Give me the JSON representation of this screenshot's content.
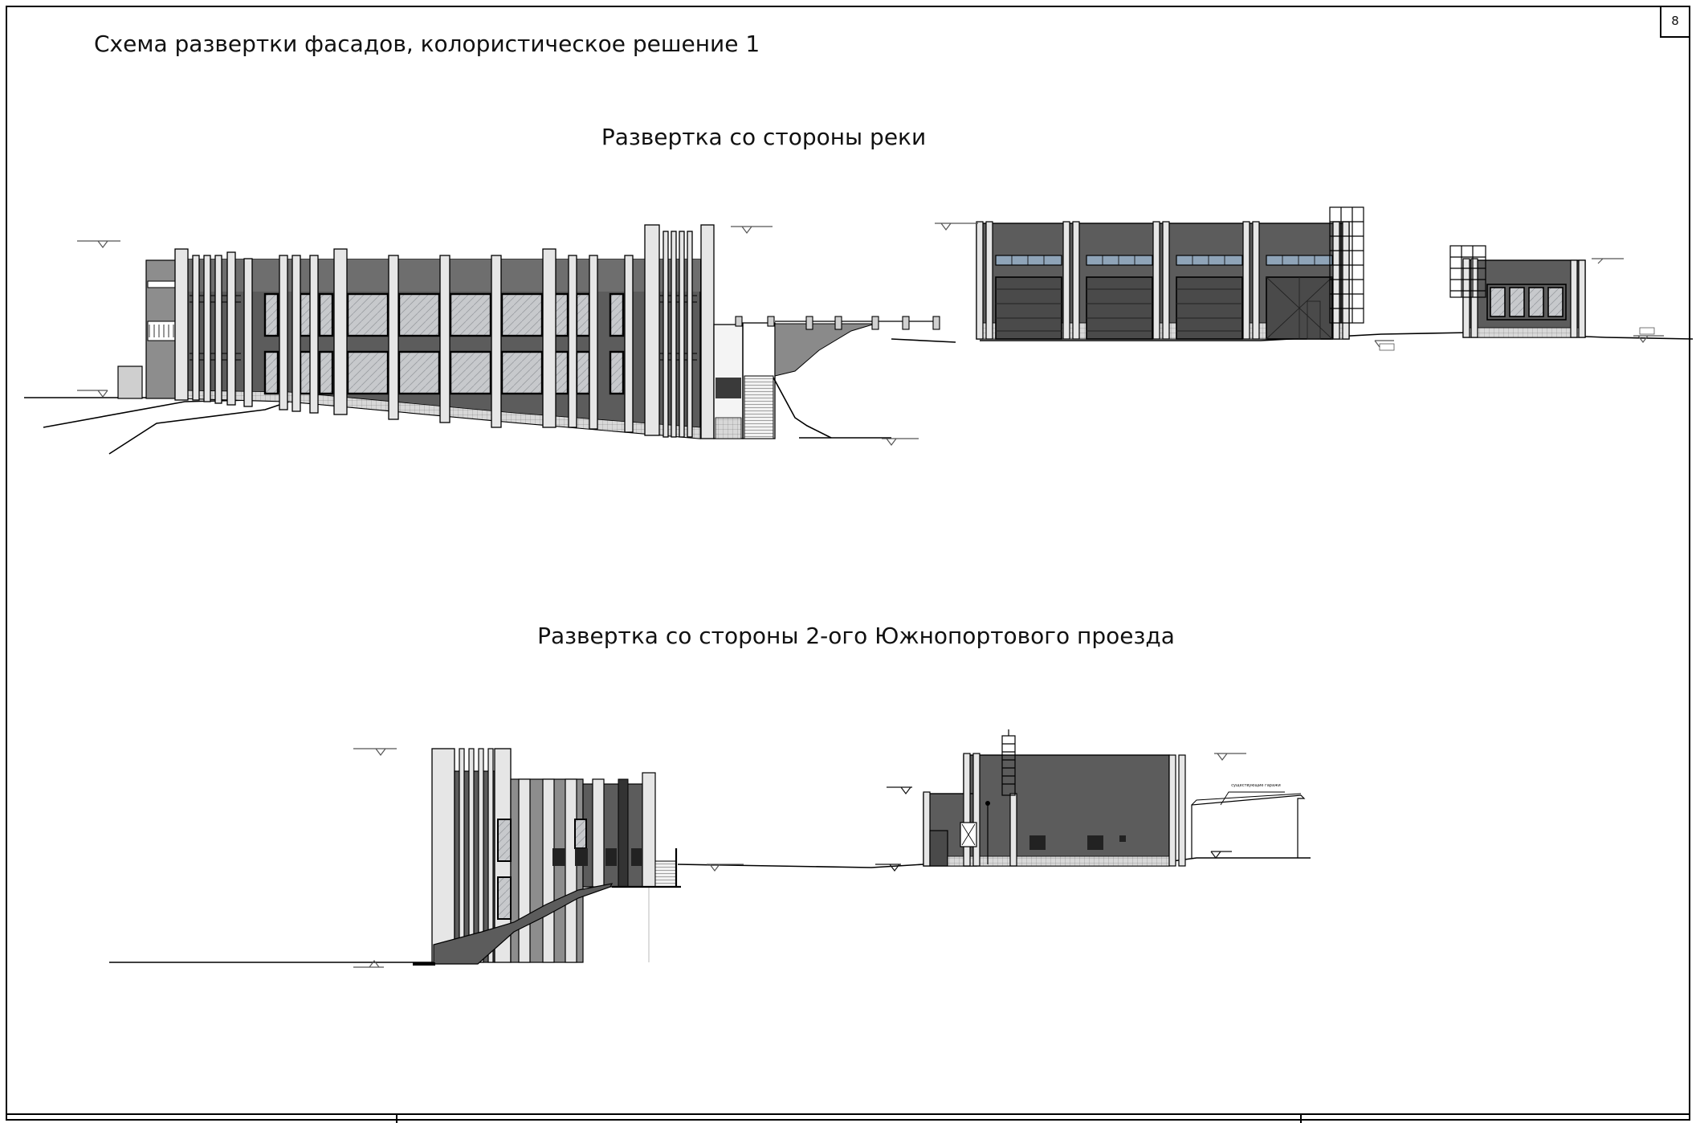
{
  "sheet": {
    "title": "Схема развертки фасадов, колористическое решение 1",
    "page_number": "8"
  },
  "views": {
    "river": {
      "title": "Развертка со стороны реки"
    },
    "passage": {
      "title": "Развертка со стороны 2-ого Южнопортового проезда"
    }
  },
  "callouts": {
    "existing_garage": "существующие гаражи"
  },
  "colors": {
    "facade_dark": "#5c5c5c",
    "facade_mid": "#8d8d8d",
    "pilaster": "#e6e6e6",
    "glass": "#c9ccd2",
    "window_band": "#8fa4b8",
    "line": "#111111"
  }
}
